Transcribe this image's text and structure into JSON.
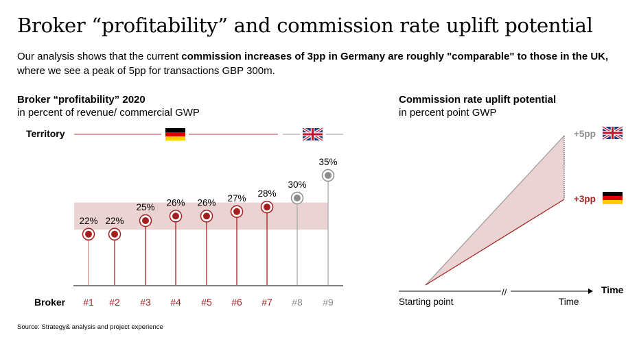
{
  "title": "Broker “profitability” and commission rate uplift potential",
  "intro": {
    "pre": "Our analysis shows that the current ",
    "bold": "commission increases of 3pp in Germany are roughly \"comparable\" to those in the UK,",
    "post": " where we see a peak of 5pp for transactions GBP 300m."
  },
  "left": {
    "title": "Broker “profitability” 2020",
    "subtitle": "in percent of revenue/ commercial GWP"
  },
  "right": {
    "title": "Commission rate uplift potential",
    "subtitle": "in percent point GWP"
  },
  "source": "Source: Strategy& analysis and project experience",
  "colors": {
    "red": "#a32020",
    "gray": "#8c8c8c",
    "band": "#ebd3d3"
  },
  "chart_data": [
    {
      "type": "scatter",
      "title": "Broker “profitability” 2020",
      "territory_label": "Territory",
      "xlabel": "Broker",
      "categories": [
        "#1",
        "#2",
        "#3",
        "#4",
        "#5",
        "#6",
        "#7",
        "#8",
        "#9"
      ],
      "values": [
        22,
        22,
        25,
        26,
        26,
        27,
        28,
        30,
        35
      ],
      "labels": [
        "22%",
        "22%",
        "25%",
        "26%",
        "26%",
        "27%",
        "28%",
        "30%",
        "35%"
      ],
      "territory": [
        "Germany",
        "Germany",
        "Germany",
        "Germany",
        "Germany",
        "Germany",
        "Germany",
        "UK",
        "UK"
      ],
      "band_range": [
        23,
        29
      ]
    },
    {
      "type": "line",
      "title": "Commission rate uplift potential",
      "xlabel": "Time",
      "x_ticks": [
        "Starting point",
        "Time"
      ],
      "series": [
        {
          "name": "UK",
          "end": 5,
          "label": "+5pp"
        },
        {
          "name": "Germany",
          "end": 3,
          "label": "+3pp"
        }
      ]
    }
  ]
}
